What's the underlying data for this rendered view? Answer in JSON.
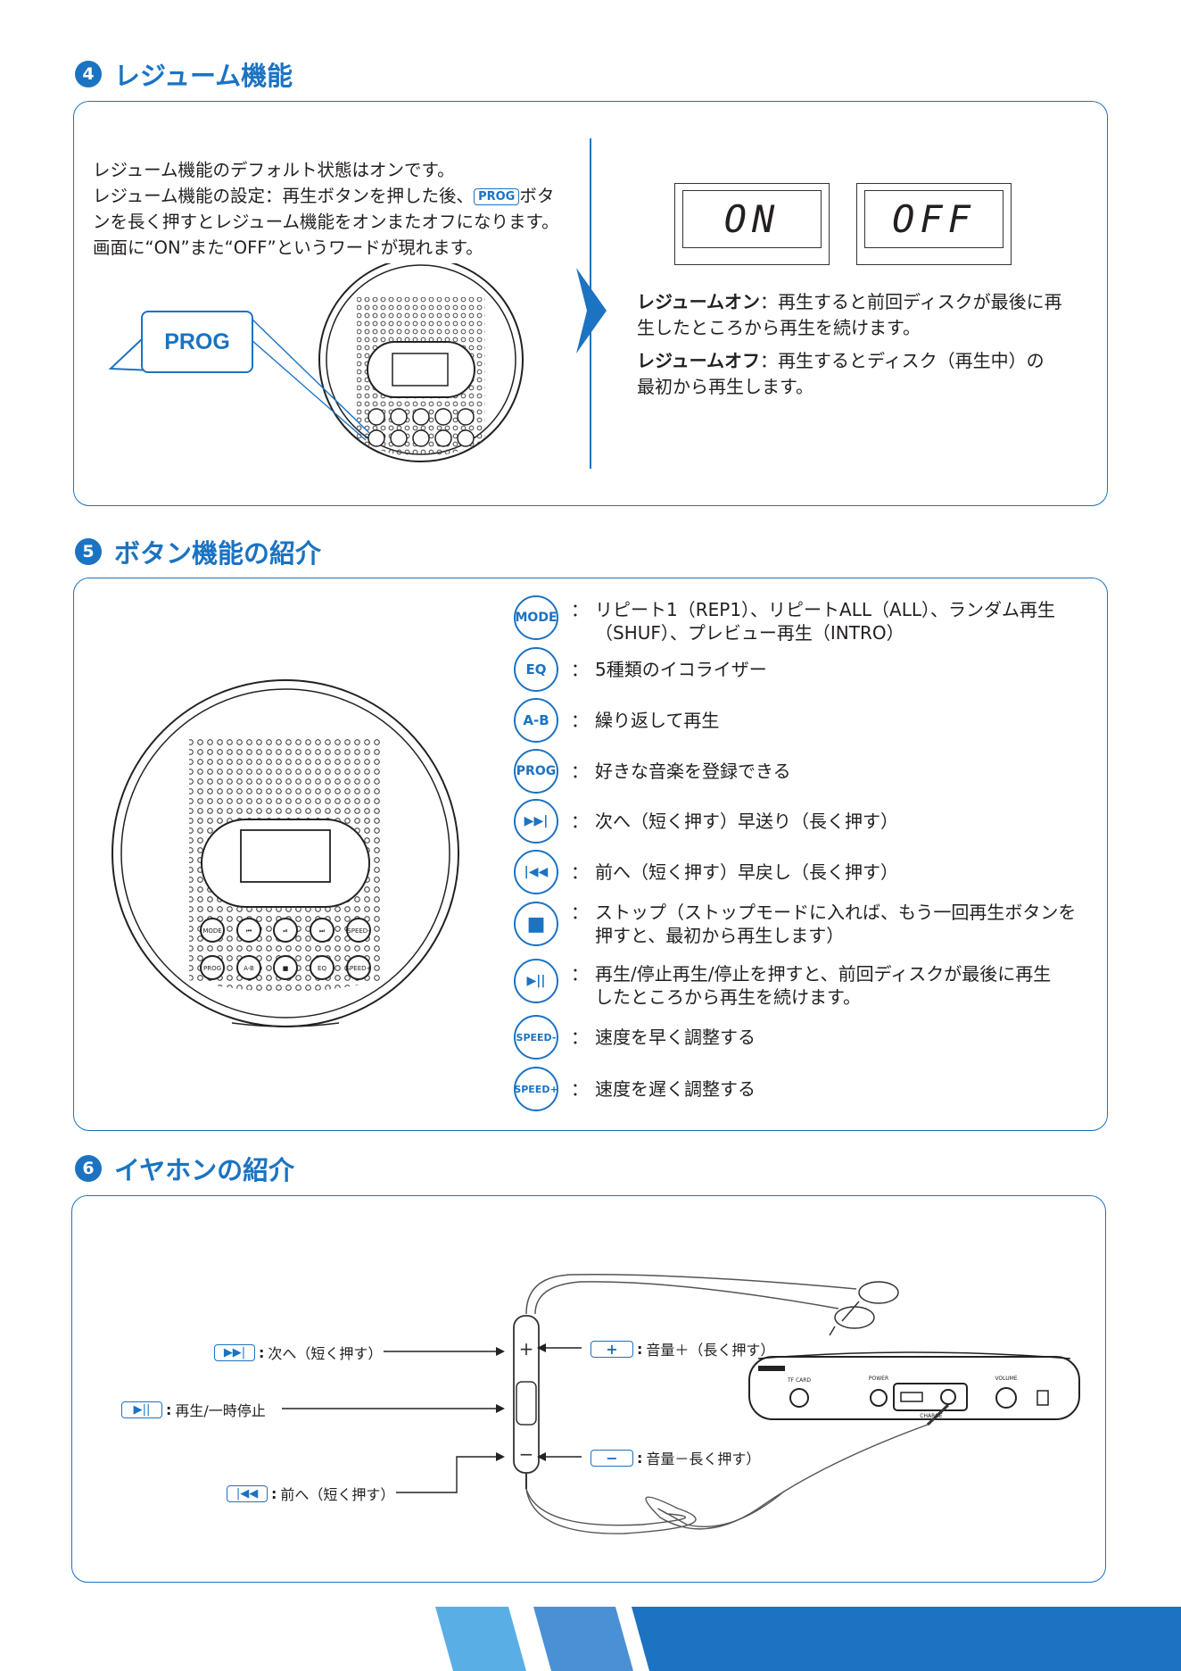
{
  "section4": {
    "num": "4",
    "title": "レジューム機能",
    "intro_line1": "レジューム機能のデフォルト状態はオンです。",
    "intro_line2_a": "レジューム機能の設定：再生ボタンを押した後、",
    "prog_badge": "PROG",
    "intro_line2_b": "ボタ",
    "intro_line3": "ンを長く押すとレジューム機能をオンまたオフになります。",
    "intro_line4": "画面に“ON”また“OFF”というワードが現れます。",
    "prog_callout": "PROG",
    "lcd_on": "ON",
    "lcd_off": "OFF",
    "resume_on_title": "レジュームオン",
    "resume_on_text1": "：再生すると前回ディスクが最後に再",
    "resume_on_text2": "生したところから再生を続けます。",
    "resume_off_title": "レジュームオフ",
    "resume_off_text1": "：再生するとディスク（再生中）の",
    "resume_off_text2": "最初から再生します。"
  },
  "section5": {
    "num": "5",
    "title": "ボタン機能の紹介",
    "device_button_labels": [
      "MODE",
      "⏮",
      "⏯",
      "⏭",
      "SPEED-",
      "PROG",
      "A-B",
      "■",
      "EQ",
      "SPEED+"
    ],
    "buttons": [
      {
        "icon": "MODE",
        "line1": "リピート1（REP1）、リピートALL（ALL）、ランダム再生",
        "line2": "（SHUF）、プレビュー再生（INTRO）"
      },
      {
        "icon": "EQ",
        "line1": "5種類のイコライザー",
        "line2": ""
      },
      {
        "icon": "A-B",
        "line1": "繰り返して再生",
        "line2": ""
      },
      {
        "icon": "PROG",
        "line1": "好きな音楽を登録できる",
        "line2": ""
      },
      {
        "icon": "▶▶|",
        "line1": "次へ（短く押す）早送り（長く押す）",
        "line2": ""
      },
      {
        "icon": "|◀◀",
        "line1": "前へ（短く押す）早戻し（長く押す）",
        "line2": ""
      },
      {
        "icon": "■",
        "line1": "ストップ（ストップモードに入れば、もう一回再生ボタンを",
        "line2": "押すと、最初から再生します）"
      },
      {
        "icon": "▶||",
        "line1": "再生/停止再生/停止を押すと、前回ディスクが最後に再生",
        "line2": "したところから再生を続けます。"
      },
      {
        "icon": "SPEED-",
        "line1": "速度を早く調整する",
        "line2": ""
      },
      {
        "icon": "SPEED+",
        "line1": "速度を遅く調整する",
        "line2": ""
      }
    ],
    "colon": "："
  },
  "section6": {
    "num": "6",
    "title": "イヤホンの紹介",
    "next_icon": "▶▶|",
    "next_label": "次へ（短く押す）",
    "play_icon": "▶||",
    "play_label": "再生/一時停止",
    "prev_icon": "|◀◀",
    "prev_label": "前へ（短く押す）",
    "vol_up_icon": "+",
    "vol_up_label": "音量＋（長く押す）",
    "vol_down_icon": "−",
    "vol_down_label": "音量－長く押す）",
    "remote_plus": "+",
    "remote_minus": "−",
    "port_tf": "TF CARD",
    "port_power": "POWER",
    "port_charge": "CHARGE",
    "port_volume": "VOLUME"
  },
  "colors": {
    "accent": "#1b73c2",
    "light_blue": "#5aaee6",
    "mid_blue": "#4a90d4"
  }
}
